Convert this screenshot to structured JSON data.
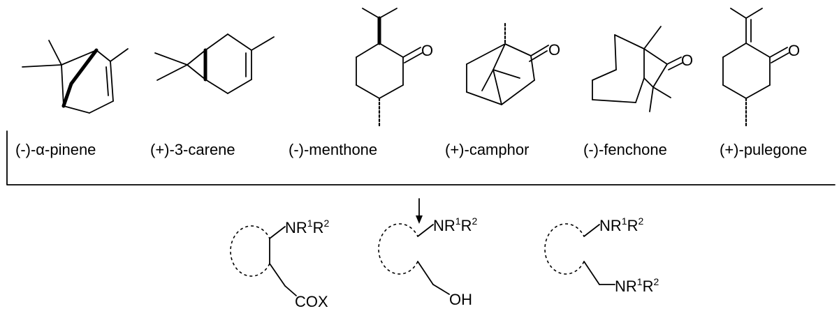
{
  "compounds": [
    {
      "name": "(-)-α-pinene"
    },
    {
      "name": "(+)-3-carene"
    },
    {
      "name": "(-)-menthone"
    },
    {
      "name": "(+)-camphor"
    },
    {
      "name": "(-)-fenchone"
    },
    {
      "name": "(+)-pulegone"
    }
  ],
  "atoms": {
    "oxygen": "O",
    "nitrogen_group": "NR",
    "r": "R",
    "sup1": "1",
    "sup2": "2",
    "cox": "COX",
    "oh": "OH"
  }
}
